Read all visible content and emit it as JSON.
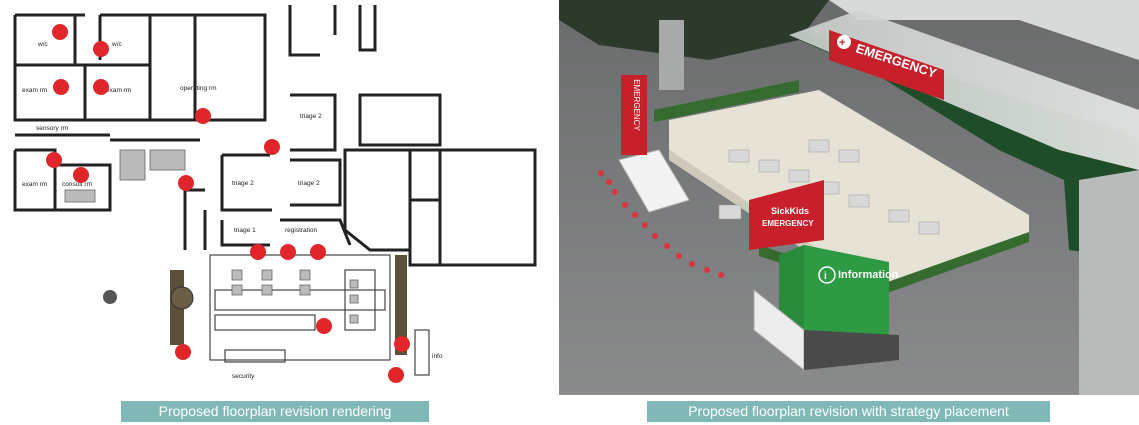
{
  "floorplan": {
    "rooms": {
      "wc_1": "w/c",
      "wc_2": "w/c",
      "exam_1": "exam rm",
      "exam_2": "exam rm",
      "exam_3": "exam rm",
      "operating": "operating rm",
      "sensory": "sensory rm",
      "consult": "consult rm",
      "triage_2a": "triage 2",
      "triage_2b": "triage 2",
      "triage_2c": "triage 2",
      "triage_1": "triage 1",
      "registration": "registration",
      "security": "security",
      "info": "info"
    },
    "marker_color": "#e0262b",
    "accessibility_color": "#555555"
  },
  "rendering": {
    "emergency_sign": "EMERGENCY",
    "hospital_sign_brand": "SickKids",
    "hospital_sign_text": "EMERGENCY",
    "info_sign": "Information",
    "info_icon": "i",
    "banner_text": "EMERGENCY",
    "theme_red": "#c8202a",
    "theme_green": "#2e9a44"
  },
  "captions": {
    "left": "Proposed floorplan revision rendering",
    "right": "Proposed floorplan revision with strategy placement",
    "background": "#7fb8b7"
  }
}
